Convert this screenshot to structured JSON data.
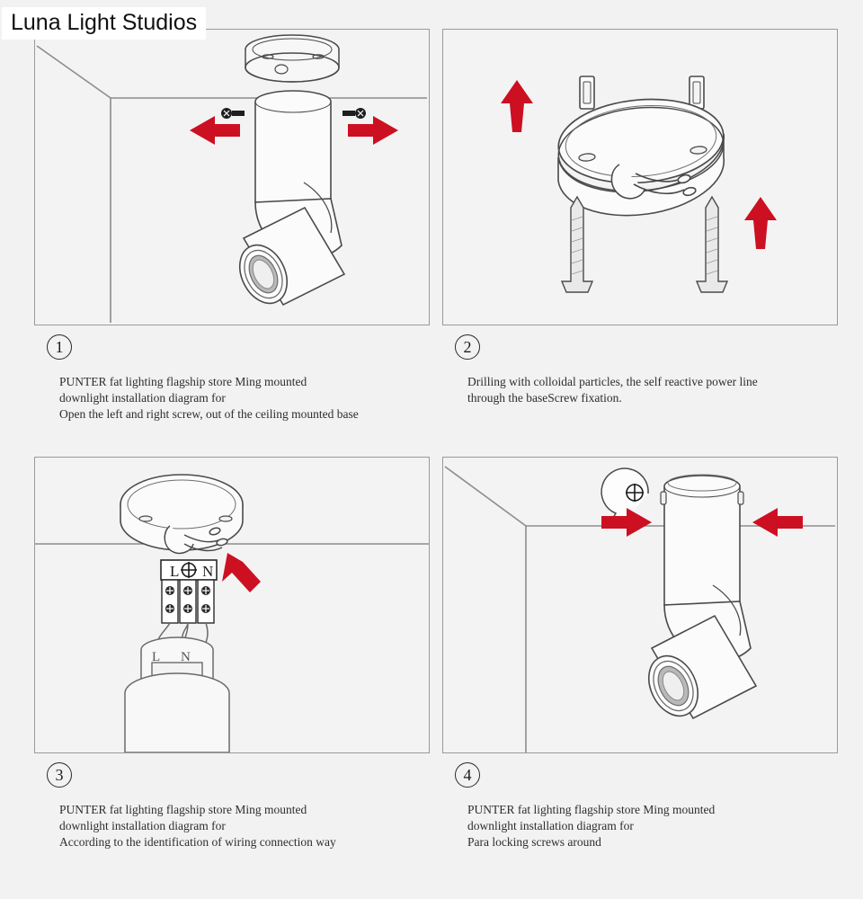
{
  "watermark": {
    "text": "Luna Light Studios"
  },
  "page": {
    "background_color": "#f2f2f2",
    "line_color": "#5a5a5a",
    "arrow_color": "#cc1022",
    "panel_border_color": "#9a9a9a"
  },
  "steps": [
    {
      "number": "①",
      "badge_label": "1",
      "lines": [
        "PUNTER fat lighting flagship store Ming mounted",
        "downlight installation diagram for",
        "Open the left and right screw, out of the ceiling mounted base"
      ],
      "figure": {
        "name": "spotlight-on-ceiling-with-base-removed",
        "elements": [
          "ceiling-wall-corner",
          "ceiling-mounted-base-disc",
          "spotlight-cylinder-body",
          "spotlight-lamp-head",
          "left-screw-icon",
          "right-screw-icon",
          "left-red-arrow",
          "right-red-arrow"
        ]
      }
    },
    {
      "number": "②",
      "badge_label": "2",
      "lines": [
        "Drilling with colloidal particles, the self reactive power line",
        "through the baseScrew fixation."
      ],
      "figure": {
        "name": "base-disc-with-anchors-and-screws",
        "elements": [
          "mounting-base-disc",
          "wall-anchor-left",
          "wall-anchor-right",
          "screw-left",
          "screw-right",
          "upper-left-red-arrow",
          "lower-right-red-arrow",
          "power-wires"
        ]
      }
    },
    {
      "number": "③",
      "badge_label": "3",
      "lines": [
        "PUNTER fat lighting flagship store Ming mounted",
        "downlight installation diagram for",
        "According to the identification of wiring connection way"
      ],
      "figure": {
        "name": "wiring-terminal-connection",
        "terminal_labels": [
          "L",
          "⊕",
          "N"
        ],
        "fixture_labels": [
          "L",
          "N"
        ],
        "elements": [
          "ceiling-line",
          "mounting-base-disc",
          "terminal-block",
          "connection-wires",
          "fixture-top-housing",
          "red-arrow-pointing-to-base"
        ]
      }
    },
    {
      "number": "④",
      "badge_label": "4",
      "lines": [
        "PUNTER fat lighting flagship store Ming mounted",
        "downlight installation diagram for",
        "Para locking screws around"
      ],
      "figure": {
        "name": "final-assembly-locking-screws",
        "elements": [
          "ceiling-wall-corner",
          "spotlight-cylinder-body",
          "spotlight-lamp-head",
          "screw-callout-balloon",
          "left-red-arrow-inward",
          "right-red-arrow-inward"
        ]
      }
    }
  ]
}
